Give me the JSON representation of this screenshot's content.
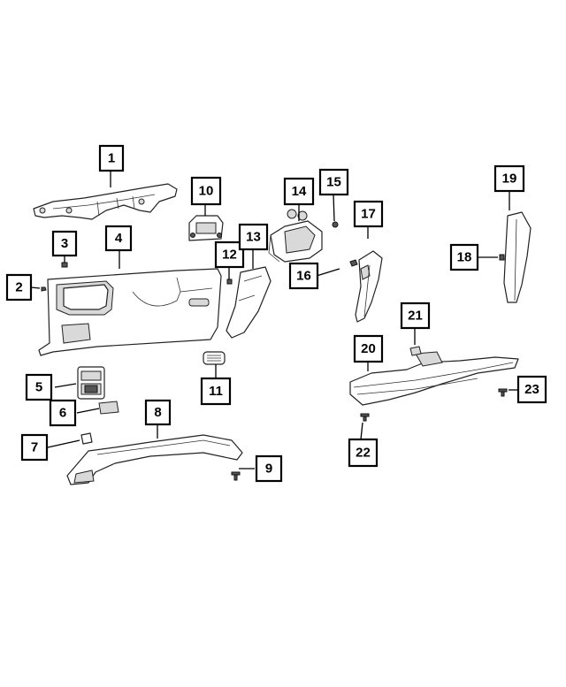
{
  "callouts": [
    {
      "id": "c1",
      "label": "1"
    },
    {
      "id": "c2",
      "label": "2"
    },
    {
      "id": "c3",
      "label": "3"
    },
    {
      "id": "c4",
      "label": "4"
    },
    {
      "id": "c5",
      "label": "5"
    },
    {
      "id": "c6",
      "label": "6"
    },
    {
      "id": "c7",
      "label": "7"
    },
    {
      "id": "c8",
      "label": "8"
    },
    {
      "id": "c9",
      "label": "9"
    },
    {
      "id": "c10",
      "label": "10"
    },
    {
      "id": "c11",
      "label": "11"
    },
    {
      "id": "c12",
      "label": "12"
    },
    {
      "id": "c13",
      "label": "13"
    },
    {
      "id": "c14",
      "label": "14"
    },
    {
      "id": "c15",
      "label": "15"
    },
    {
      "id": "c16",
      "label": "16"
    },
    {
      "id": "c17",
      "label": "17"
    },
    {
      "id": "c18",
      "label": "18"
    },
    {
      "id": "c19",
      "label": "19"
    },
    {
      "id": "c20",
      "label": "20"
    },
    {
      "id": "c21",
      "label": "21"
    },
    {
      "id": "c22",
      "label": "22"
    },
    {
      "id": "c23",
      "label": "23"
    }
  ]
}
